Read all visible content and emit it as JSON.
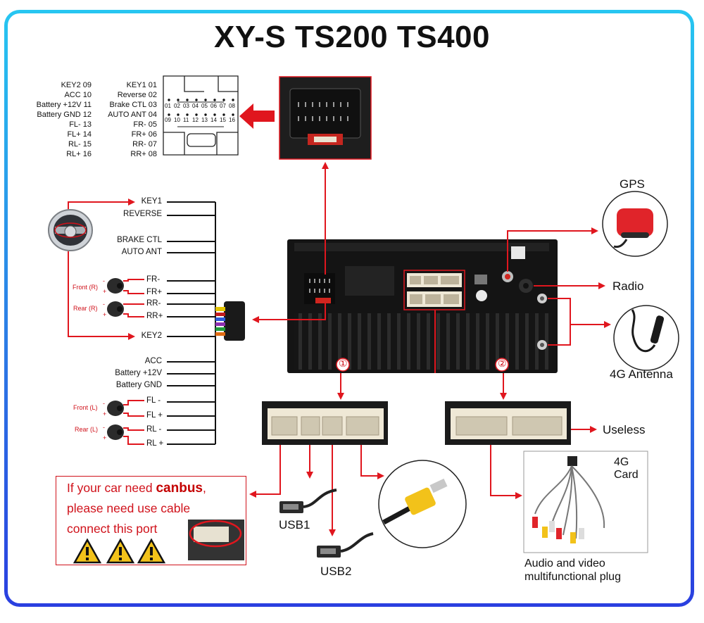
{
  "title": "XY-S TS200 TS400",
  "connector_pins": {
    "left": [
      "KEY2 09",
      "ACC 10",
      "Battery +12V 11",
      "Battery GND 12",
      "FL- 13",
      "FL+ 14",
      "RL- 15",
      "RL+ 16"
    ],
    "right": [
      "KEY1 01",
      "Reverse 02",
      "Brake CTL 03",
      "AUTO ANT 04",
      "FR- 05",
      "FR+ 06",
      "RR- 07",
      "RR+ 08"
    ],
    "top_numbers": [
      "01",
      "02",
      "03",
      "04",
      "05",
      "06",
      "07",
      "08"
    ],
    "bottom_numbers": [
      "09",
      "10",
      "11",
      "12",
      "13",
      "14",
      "15",
      "16"
    ]
  },
  "harness_labels": {
    "key1": "KEY1",
    "reverse": "REVERSE",
    "brake_ctl": "BRAKE CTL",
    "auto_ant": "AUTO ANT",
    "fr_minus": "FR-",
    "fr_plus": "FR+",
    "rr_minus": "RR-",
    "rr_plus": "RR+",
    "key2": "KEY2",
    "acc": "ACC",
    "battery_12v": "Battery +12V",
    "battery_gnd": "Battery GND",
    "fl_minus": "FL -",
    "fl_plus": "FL +",
    "rl_minus": "RL -",
    "rl_plus": "RL +"
  },
  "speakers": {
    "front_r": "Front (R)",
    "rear_r": "Rear (R)",
    "front_l": "Front (L)",
    "rear_l": "Rear (L)",
    "minus": "-",
    "plus": "+"
  },
  "ports": {
    "gps": "GPS",
    "radio": "Radio",
    "antenna_4g": "4G Antenna",
    "useless": "Useless",
    "card_4g_line1": "4G",
    "card_4g_line2": "Card",
    "usb1": "USB1",
    "usb2": "USB2",
    "av_plug_line1": "Audio and video",
    "av_plug_line2": "multifunctional plug",
    "marker_1": "①",
    "marker_2": "②"
  },
  "canbus_note": {
    "line1_prefix": "If your car need ",
    "line1_bold": "canbus",
    "line1_suffix": ",",
    "line2": "please need use cable",
    "line3": "connect this port"
  },
  "colors": {
    "arrow_red": "#e0161e",
    "text_red": "#d0121b",
    "frame_blue": "#2a63e6",
    "unit_black": "#1a1a1a",
    "plug_beige": "#efe8d6",
    "warning_yellow": "#f2c21a"
  },
  "icons": [
    "steering-wheel-icon",
    "speaker-icon",
    "warning-icon",
    "gps-puck-icon",
    "antenna-icon",
    "usb-cable-icon",
    "rca-plug-icon",
    "red-arrow-icon"
  ]
}
